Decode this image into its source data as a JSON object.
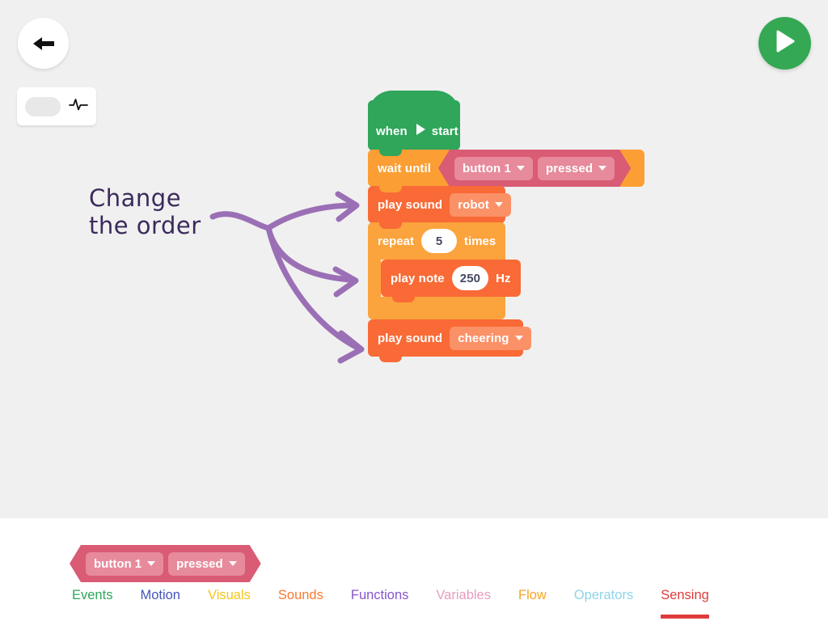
{
  "app": {
    "background": "#f0f0f0",
    "panel_background": "#ffffff"
  },
  "toolbar": {
    "back_button": {
      "icon": "arrow-left-icon",
      "label": ""
    },
    "run_button": {
      "icon": "play-icon",
      "label": "",
      "color": "#34a853"
    },
    "sensor_toggle": {
      "state": "off",
      "icon": "pulse-icon",
      "track_color": "#e8e8e8"
    }
  },
  "annotation": {
    "line1": "Change",
    "line2": "the order",
    "color": "#3b2a5c",
    "arrow_color": "#9b6fb5",
    "arrow_count": 3
  },
  "script": {
    "blocks": [
      {
        "id": "when-start",
        "type": "hat",
        "color": "#2fa65a",
        "label": "when",
        "icon": "play-triangle-icon",
        "label2": "start"
      },
      {
        "id": "wait-until",
        "type": "stack",
        "color": "#fb9e34",
        "label": "wait until",
        "condition": {
          "color": "#d95b74",
          "fields": [
            {
              "name": "source",
              "value": "button 1",
              "type": "dropdown"
            },
            {
              "name": "state",
              "value": "pressed",
              "type": "dropdown"
            }
          ]
        }
      },
      {
        "id": "play-sound-robot",
        "type": "stack",
        "color": "#f96a36",
        "label": "play sound",
        "fields": [
          {
            "name": "sound",
            "value": "robot",
            "type": "dropdown"
          }
        ]
      },
      {
        "id": "repeat",
        "type": "c-block",
        "color": "#fba33c",
        "label": "repeat",
        "label_after": "times",
        "fields": [
          {
            "name": "count",
            "value": "5",
            "type": "number"
          }
        ],
        "children": [
          {
            "id": "play-note",
            "type": "stack",
            "color": "#f96a36",
            "label": "play note",
            "label_after": "Hz",
            "fields": [
              {
                "name": "frequency",
                "value": "250",
                "type": "number"
              }
            ]
          }
        ]
      },
      {
        "id": "play-sound-cheering",
        "type": "stack",
        "color": "#f96a36",
        "label": "play sound",
        "fields": [
          {
            "name": "sound",
            "value": "cheering",
            "type": "dropdown"
          }
        ]
      }
    ]
  },
  "palette": {
    "blocks": [
      {
        "id": "button-pressed-reporter",
        "type": "boolean",
        "color": "#d95b74",
        "fields": [
          {
            "name": "source",
            "value": "button 1",
            "type": "dropdown"
          },
          {
            "name": "state",
            "value": "pressed",
            "type": "dropdown"
          }
        ]
      }
    ],
    "tabs": [
      {
        "label": "Events",
        "color": "#2fa65a",
        "active": false
      },
      {
        "label": "Motion",
        "color": "#4455bb",
        "active": false
      },
      {
        "label": "Visuals",
        "color": "#f5c518",
        "active": false
      },
      {
        "label": "Sounds",
        "color": "#f97a2e",
        "active": false
      },
      {
        "label": "Functions",
        "color": "#8855cc",
        "active": false
      },
      {
        "label": "Variables",
        "color": "#e79cbe",
        "active": false
      },
      {
        "label": "Flow",
        "color": "#f5a623",
        "active": false
      },
      {
        "label": "Operators",
        "color": "#8fd4e8",
        "active": false
      },
      {
        "label": "Sensing",
        "color": "#e03b3b",
        "active": true
      }
    ]
  }
}
